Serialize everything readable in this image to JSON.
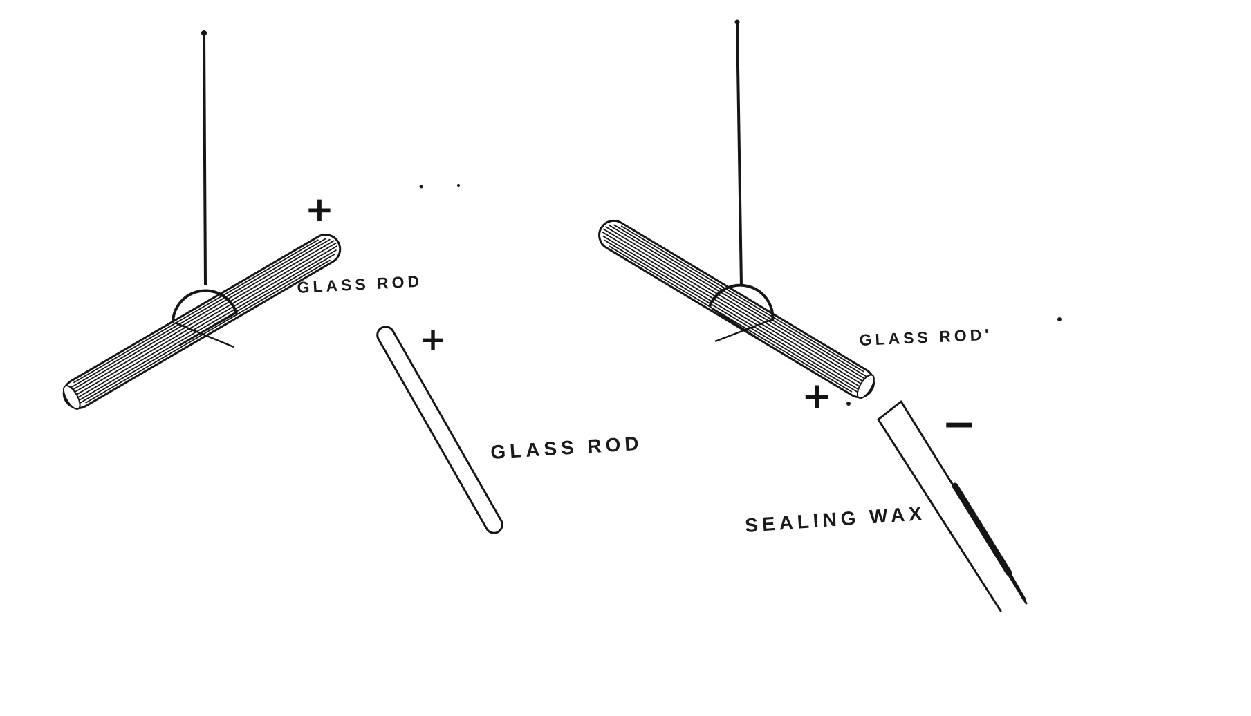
{
  "figure": {
    "background": "#ffffff",
    "ink": "#161616",
    "left_experiment": {
      "suspended_rod_label": "GLASS ROD",
      "suspended_rod_charge": "+",
      "free_rod_label": "GLASS ROD",
      "free_rod_charge": "+"
    },
    "right_experiment": {
      "suspended_rod_label": "GLASS ROD'",
      "suspended_rod_charge": "+",
      "free_rod_label": "SEALING WAX",
      "free_rod_charge": "−"
    }
  }
}
